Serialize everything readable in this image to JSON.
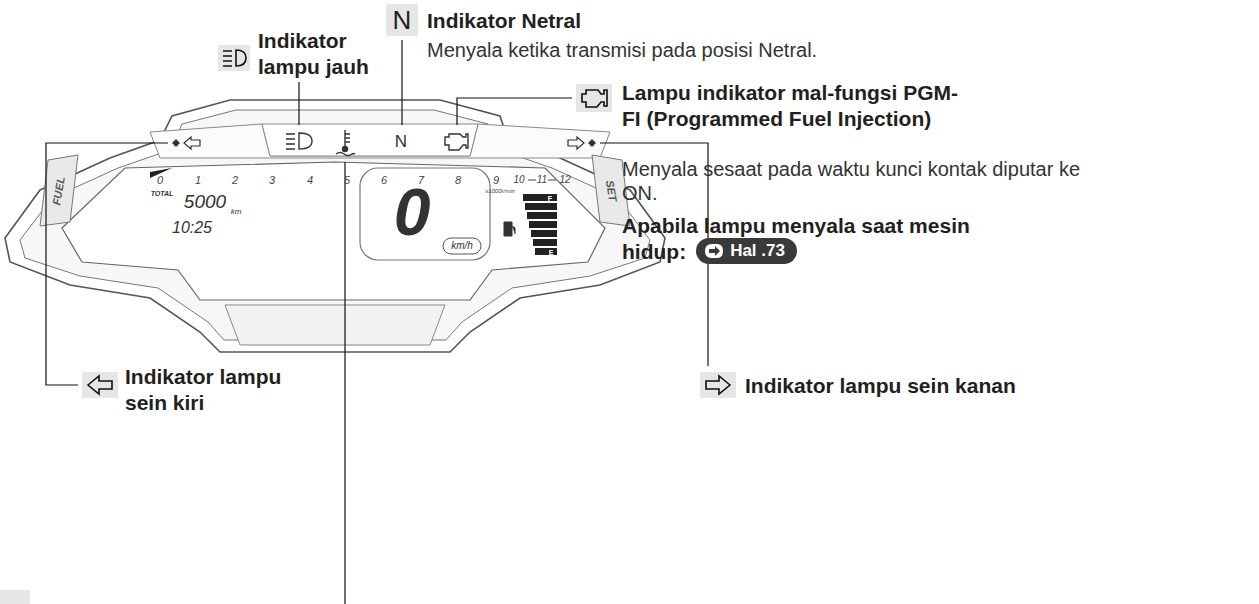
{
  "diagram": {
    "nodes": [
      {
        "text": [
          "Hal .73"
        ]
      }
    ],
    "labels": [
      "Indikator lampu jauh",
      "N",
      "Indikator Netral",
      "Menyala ketika transmisi pada posisi Netral.",
      "Lampu indikator mal-fungsi PGM-FI (Programmed Fuel Injection)",
      "Menyala sesaat pada waktu kunci kontak diputar ke ON.",
      "Apabila lampu menyala saat mesin hidup:",
      "Indikator lampu sein kanan",
      "Indikator lampu sein kiri",
      "N",
      "FUEL",
      "SET",
      "TOTAL",
      "5000",
      "km",
      "10:25",
      "0",
      "km/h",
      "0",
      "1",
      "2",
      "3",
      "4",
      "5",
      "6",
      "7",
      "8",
      "9",
      "10",
      "11",
      "12",
      "x1000r/min",
      "F",
      "E"
    ]
  }
}
